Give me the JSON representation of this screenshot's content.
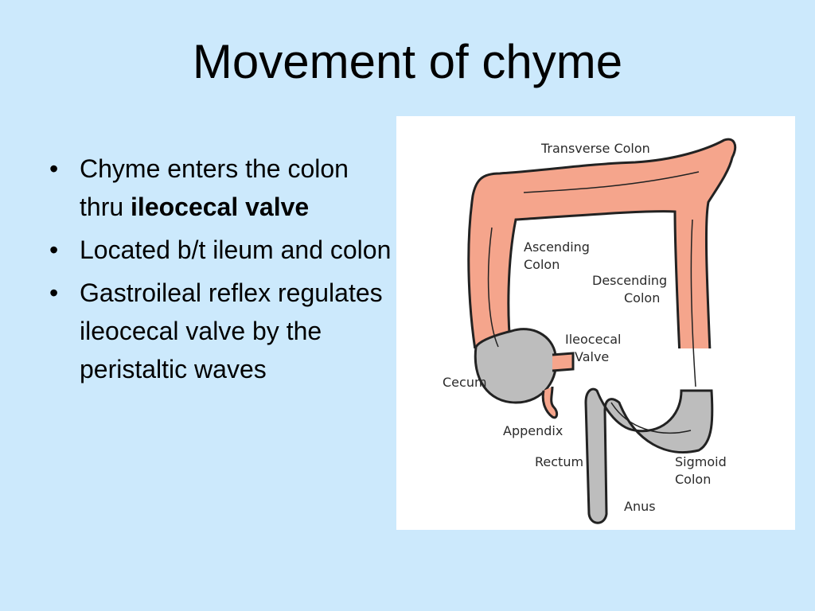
{
  "slide": {
    "title": "Movement of chyme",
    "bullets": [
      {
        "text": "Chyme enters the colon thru ",
        "bold": "ileocecal valve"
      },
      {
        "text": "Located b/t ileum and colon",
        "bold": ""
      },
      {
        "text": "Gastroileal reflex regulates ileocecal valve by the peristaltic waves",
        "bold": ""
      }
    ]
  },
  "diagram": {
    "labels": {
      "transverse": "Transverse Colon",
      "ascending_1": "Ascending",
      "ascending_2": "Colon",
      "descending_1": "Descending",
      "descending_2": "Colon",
      "ileocecal_1": "Ileocecal",
      "ileocecal_2": "Valve",
      "cecum": "Cecum",
      "appendix": "Appendix",
      "rectum": "Rectum",
      "sigmoid_1": "Sigmoid",
      "sigmoid_2": "Colon",
      "anus": "Anus"
    },
    "colors": {
      "colon_pink": "#f5a58c",
      "lower_gray": "#bdbdbd",
      "outline": "#222222",
      "background": "#cce9fc"
    }
  }
}
